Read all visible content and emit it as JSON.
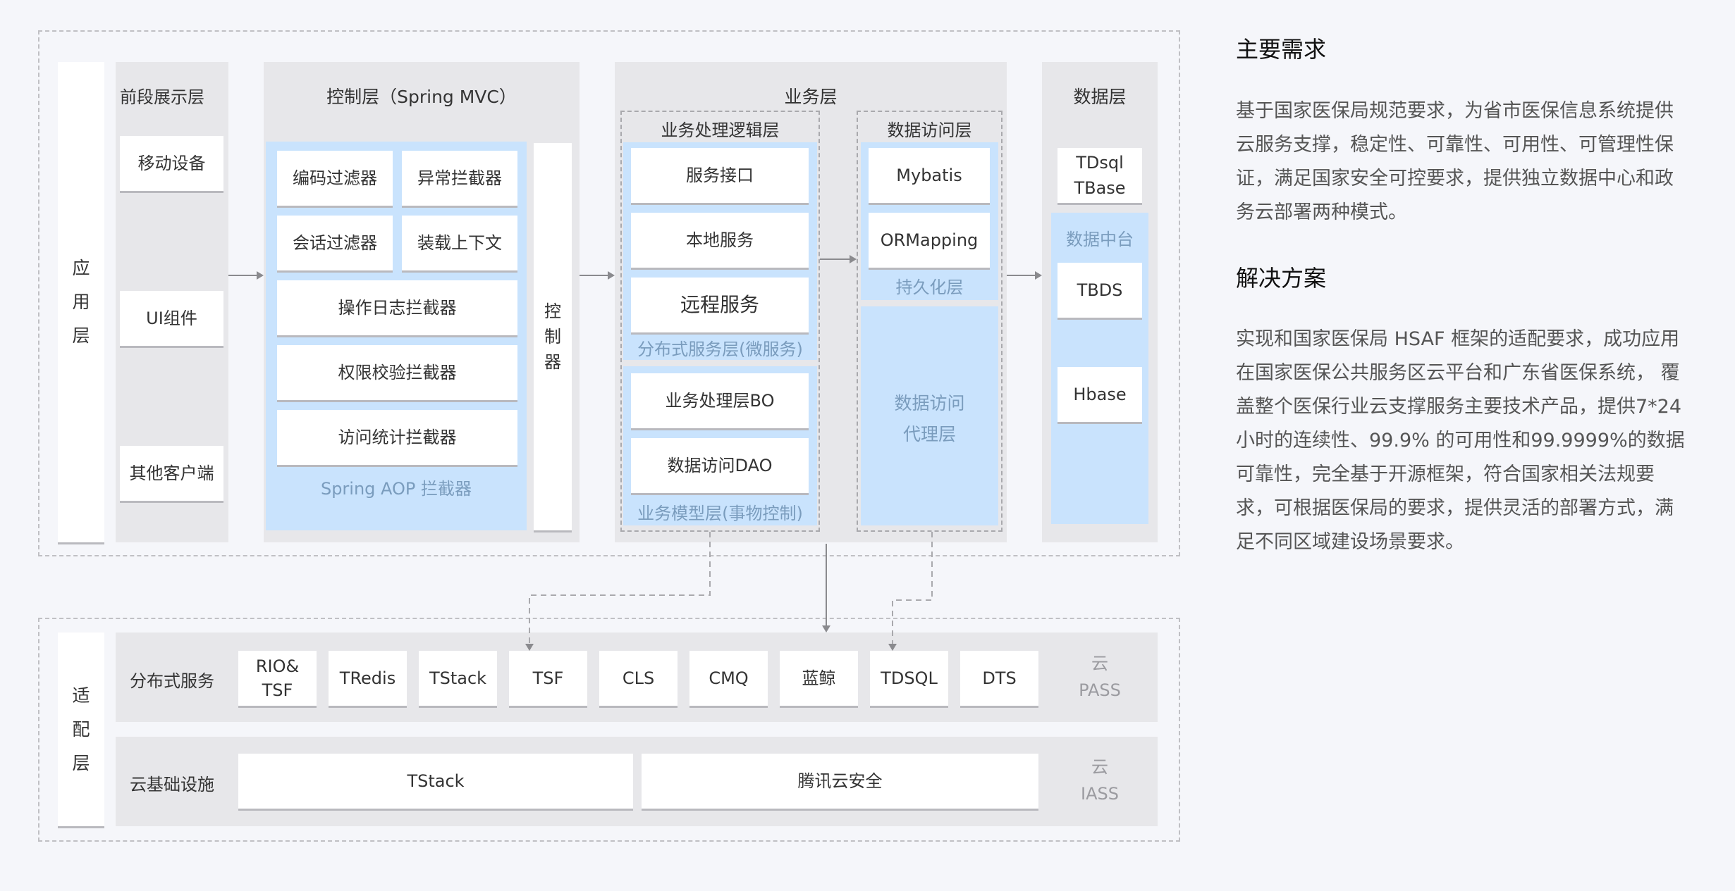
{
  "app_layer": {
    "label_chars": [
      "应",
      "用",
      "层"
    ],
    "frontend": {
      "title": "前段展示层",
      "items": [
        "移动设备",
        "UI组件",
        "其他客户端"
      ]
    },
    "control": {
      "title": "控制层（Spring MVC）",
      "filters": [
        "编码过滤器",
        "异常拦截器",
        "会话过滤器",
        "装载上下文"
      ],
      "interceptors": [
        "操作日志拦截器",
        "权限校验拦截器",
        "访问统计拦截器"
      ],
      "aop_caption": "Spring AOP 拦截器",
      "controller_chars": [
        "控",
        "制",
        "器"
      ]
    },
    "business": {
      "title": "业务层",
      "logic": {
        "title": "业务处理逻辑层",
        "service_items": [
          "服务接口",
          "本地服务",
          "远程服务"
        ],
        "service_caption": "分布式服务层(微服务)",
        "model_items": [
          "业务处理层BO",
          "数据访问DAO"
        ],
        "model_caption": "业务模型层(事物控制)"
      },
      "data_access": {
        "title": "数据访问层",
        "items": [
          "Mybatis",
          "ORMapping"
        ],
        "persistence_caption": "持久化层",
        "proxy_lines": [
          "数据访问",
          "代理层"
        ]
      }
    },
    "data": {
      "title": "数据层",
      "db_lines": [
        "TDsql",
        "TBase"
      ],
      "platform_title": "数据中台",
      "platform_items": [
        "TBDS",
        "Hbase"
      ]
    }
  },
  "adapt_layer": {
    "label_chars": [
      "适",
      "配",
      "层"
    ],
    "distributed": {
      "title": "分布式服务",
      "items": [
        {
          "lines": [
            "RIO&",
            "TSF"
          ]
        },
        {
          "lines": [
            "TRedis"
          ]
        },
        {
          "lines": [
            "TStack"
          ]
        },
        {
          "lines": [
            "TSF"
          ]
        },
        {
          "lines": [
            "CLS"
          ]
        },
        {
          "lines": [
            "CMQ"
          ]
        },
        {
          "lines": [
            "蓝鲸"
          ]
        },
        {
          "lines": [
            "TDSQL"
          ]
        },
        {
          "lines": [
            "DTS"
          ]
        }
      ],
      "tag_lines": [
        "云",
        "PASS"
      ]
    },
    "infra": {
      "title": "云基础设施",
      "items": [
        "TStack",
        "腾讯云安全"
      ],
      "tag_lines": [
        "云",
        "IASS"
      ]
    }
  },
  "side": {
    "requirements_title": "主要需求",
    "requirements_lines": [
      "基于国家医保局规范要求，为省市医保信息系统提供",
      "云服务支撑，稳定性、可靠性、可用性、可管理性保",
      "证，满足国家安全可控要求，提供独立数据中心和政",
      "务云部署两种模式。"
    ],
    "solution_title": "解决方案",
    "solution_lines": [
      "实现和国家医保局 HSAF 框架的适配要求，成功应用",
      "在国家医保公共服务区云平台和广东省医保系统， 覆",
      "盖整个医保行业云支撑服务主要技术产品，提供7*24",
      "小时的连续性、99.9% 的可用性和99.9999%的数据",
      "可靠性，完全基于开源框架，符合国家相关法规要",
      "求，可根据医保局的要求，提供灵活的部署方式，满",
      "足不同区域建设场景要求。"
    ]
  },
  "colors": {
    "background": "#f5f6fa",
    "column_grey": "#e7e7ea",
    "light_blue": "#c9e3fd",
    "caption_blue": "#7a9cbd",
    "arrow": "#8a8a8e"
  }
}
